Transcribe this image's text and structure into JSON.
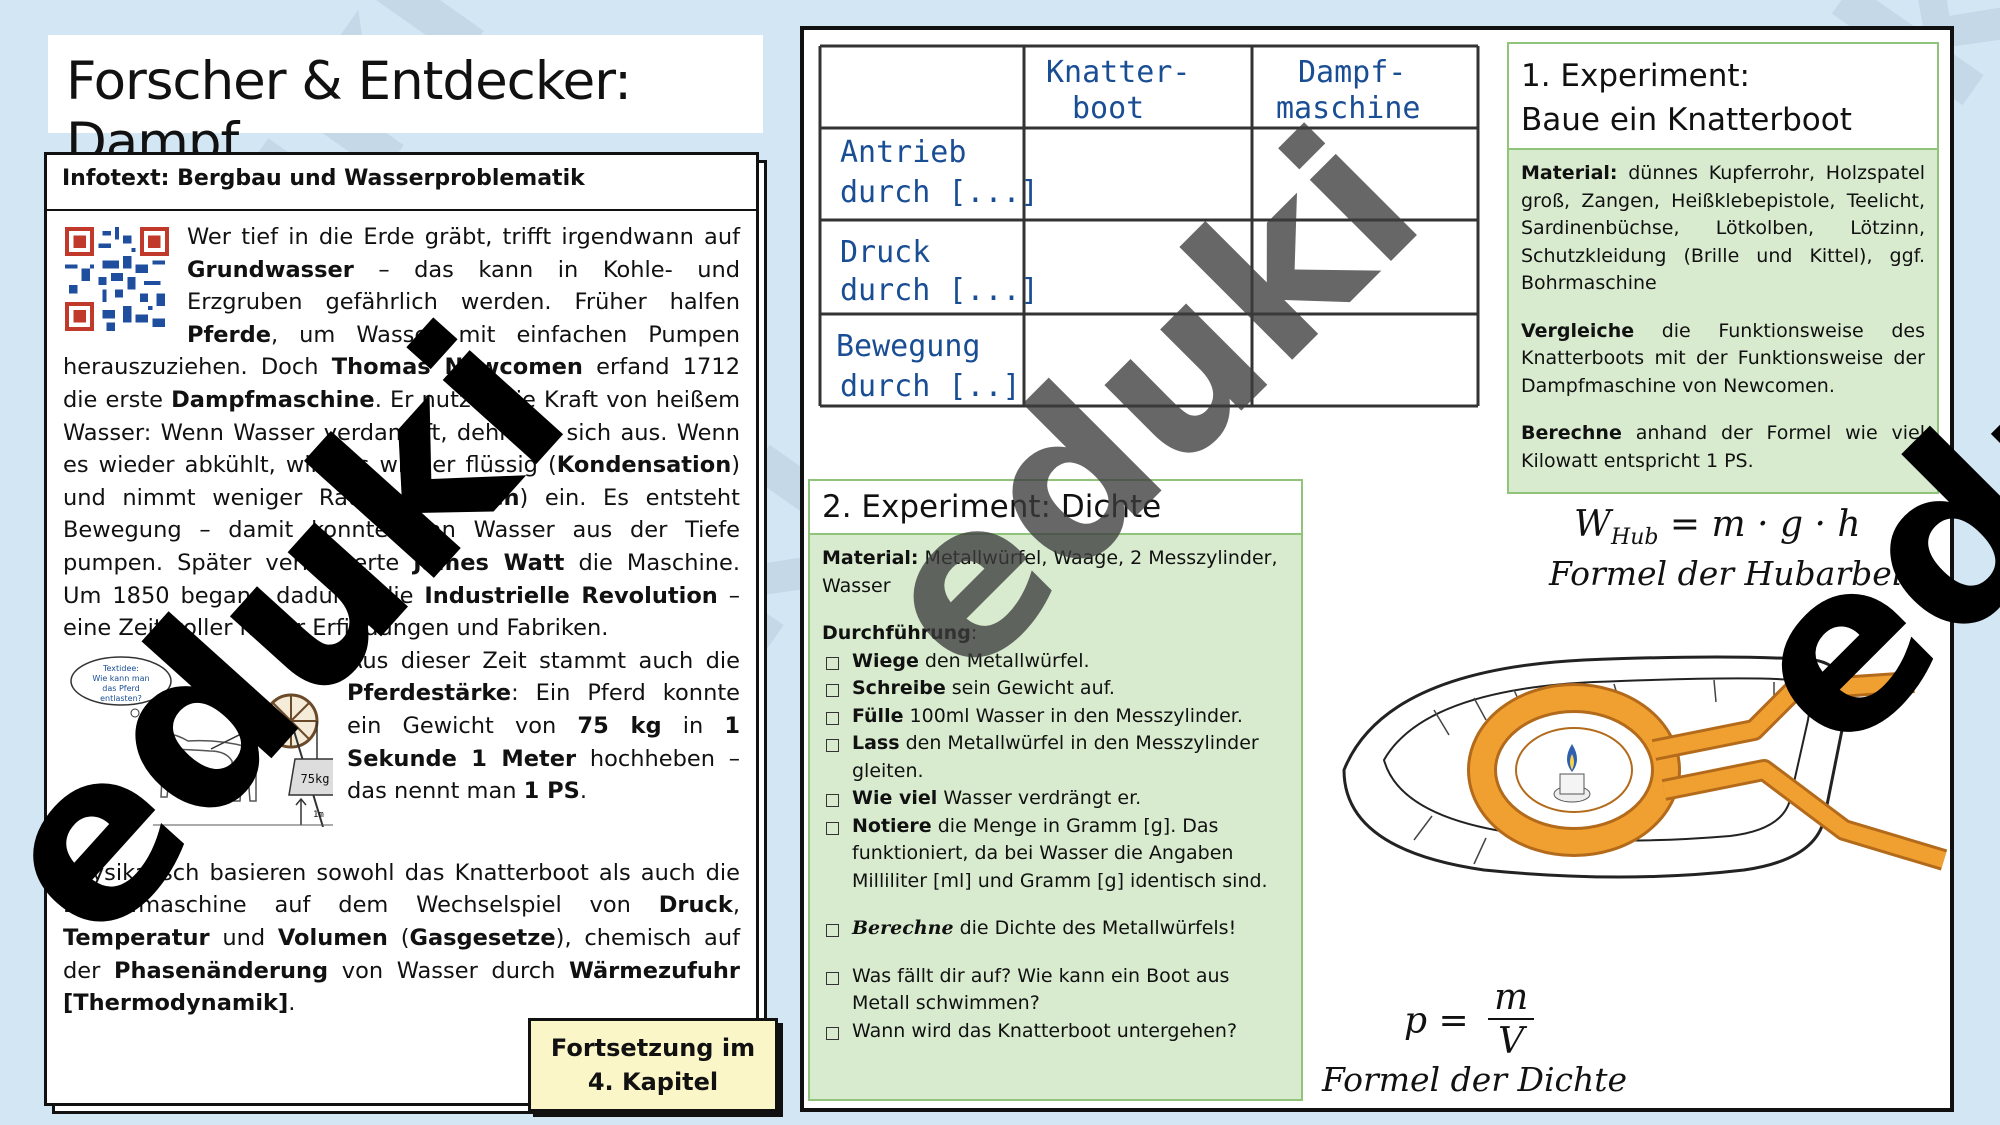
{
  "title": "Forscher & Entdecker: Dampf",
  "info": {
    "header": "Infotext: Bergbau und Wasserproblematik",
    "qr_icon": "qr-code-icon",
    "p1": [
      {
        "t": "Wer tief in die Erde gräbt, trifft irgendwann auf "
      },
      {
        "t": "Grundwasser",
        "b": true
      },
      {
        "t": " – das kann in Kohle- und Erzgruben gefährlich werden. Früher halfen "
      },
      {
        "t": "Pferde",
        "b": true
      },
      {
        "t": ", um Wasser mit einfachen Pumpen herauszuziehen. Doch "
      },
      {
        "t": "Thomas Newcomen",
        "b": true
      },
      {
        "t": " erfand 1712 die erste "
      },
      {
        "t": "Dampfmaschine",
        "b": true
      },
      {
        "t": ". Er nutzte die Kraft von heißem Wasser: Wenn Wasser verdampft, dehnt es sich aus. Wenn es wieder abkühlt, wird es wieder flüssig ("
      },
      {
        "t": "Kondensation",
        "b": true
      },
      {
        "t": ") und nimmt weniger Raum ("
      },
      {
        "t": "Volumen",
        "b": true
      },
      {
        "t": ") ein. Es entsteht Bewegung – damit konnte man Wasser aus der Tiefe pumpen. Später verbesserte "
      },
      {
        "t": "James Watt",
        "b": true
      },
      {
        "t": " die Maschine. Um 1850 begann dadurch die "
      },
      {
        "t": "Industrielle Revolution",
        "b": true
      },
      {
        "t": " – eine Zeit voller neuer Erfindungen und Fabriken."
      }
    ],
    "horse_bubble": "Textidee: Wie kann man das Pferd entlasten?",
    "weight_label": "75kg",
    "height_label": "1m",
    "p2": [
      {
        "t": "Aus dieser Zeit stammt auch die "
      },
      {
        "t": "Pferdestärke",
        "b": true
      },
      {
        "t": ": Ein Pferd konnte ein Gewicht von "
      },
      {
        "t": "75 kg",
        "b": true
      },
      {
        "t": " in "
      },
      {
        "t": "1 Sekunde 1 Meter",
        "b": true
      },
      {
        "t": " hochheben – das nennt man "
      },
      {
        "t": "1 PS",
        "b": true
      },
      {
        "t": "."
      }
    ],
    "p3": [
      {
        "t": "Physikalisch basieren sowohl das Knatterboot als auch die Dampfmaschine auf dem Wechselspiel von "
      },
      {
        "t": "Druck",
        "b": true
      },
      {
        "t": ", "
      },
      {
        "t": "Temperatur",
        "b": true
      },
      {
        "t": " und "
      },
      {
        "t": "Volumen",
        "b": true
      },
      {
        "t": " ("
      },
      {
        "t": "Gasgesetze",
        "b": true
      },
      {
        "t": "), chemisch auf der "
      },
      {
        "t": "Phasenänderung",
        "b": true
      },
      {
        "t": " von Wasser durch "
      },
      {
        "t": "Wärmezufuhr [Thermodynamik]",
        "b": true
      },
      {
        "t": "."
      }
    ],
    "continuation_line1": "Fortsetzung im",
    "continuation_line2": "4. Kapitel"
  },
  "table": {
    "col1_l1": "Knatter-",
    "col1_l2": "boot",
    "col2_l1": "Dampf-",
    "col2_l2": "maschine",
    "row1_l1": "Antrieb",
    "row1_l2": "durch [...]",
    "row2_l1": "Druck",
    "row2_l2": "durch [...]",
    "row3_l1": "Bewegung",
    "row3_l2": "durch [..]"
  },
  "exp1": {
    "title_l1": "1. Experiment:",
    "title_l2": "Baue ein Knatterboot",
    "material_label": "Material:",
    "material_text": " dünnes Kupferrohr, Holzspatel groß, Zangen, Heißklebepistole, Teelicht, Sardinenbüchse, Lötkolben, Lötzinn, Schutzkleidung (Brille und Kittel), ggf. Bohrmaschine",
    "compare_label": "Vergleiche",
    "compare_text": " die Funktionsweise des Knatterboots mit der Funktionsweise der Dampfmaschine von Newcomen.",
    "calc_label": "Berechne",
    "calc_text": " anhand der Formel wie viel Kilowatt entspricht 1 PS."
  },
  "formula_hub": {
    "expr": "W",
    "sub": "Hub",
    "rest": " = m · g · h",
    "caption": "Formel der Hubarbeit"
  },
  "exp2": {
    "title": "2. Experiment: Dichte",
    "material_label": "Material:",
    "material_text": " Metallwürfel, Waage, 2 Messzylinder, Wasser",
    "procedure_label": "Durchführung",
    "steps": [
      {
        "b": "Wiege",
        "t": " den Metallwürfel."
      },
      {
        "b": "Schreibe",
        "t": " sein Gewicht auf."
      },
      {
        "b": "Fülle",
        "t": " 100ml Wasser in den Messzylinder."
      },
      {
        "b": "Lass",
        "t": " den Metallwürfel in den Messzylinder gleiten."
      },
      {
        "b": "Wie viel",
        "t": " Wasser verdrängt er."
      },
      {
        "b": "Notiere",
        "t": " die Menge in Gramm [g]. Das funktioniert, da bei Wasser die Angaben Milliliter [ml] und Gramm [g] identisch sind."
      }
    ],
    "calc_label": "Berechne",
    "calc_text": " die Dichte des Metallwürfels!",
    "q1": "Was fällt dir auf? Wie kann ein Boot aus Metall schwimmen?",
    "q2": "Wann wird das Knatterboot untergehen?"
  },
  "formula_density": {
    "lhs": "p =",
    "num": "m",
    "den": "V",
    "caption": "Formel der Dichte"
  },
  "watermark": "eduki",
  "colors": {
    "background": "#d3e6f4",
    "green_box": "#d8ebcf",
    "green_border": "#8fc47a",
    "handwriting": "#1a4e94",
    "note_yellow": "#fbf6c8",
    "copper": "#f0a030"
  }
}
